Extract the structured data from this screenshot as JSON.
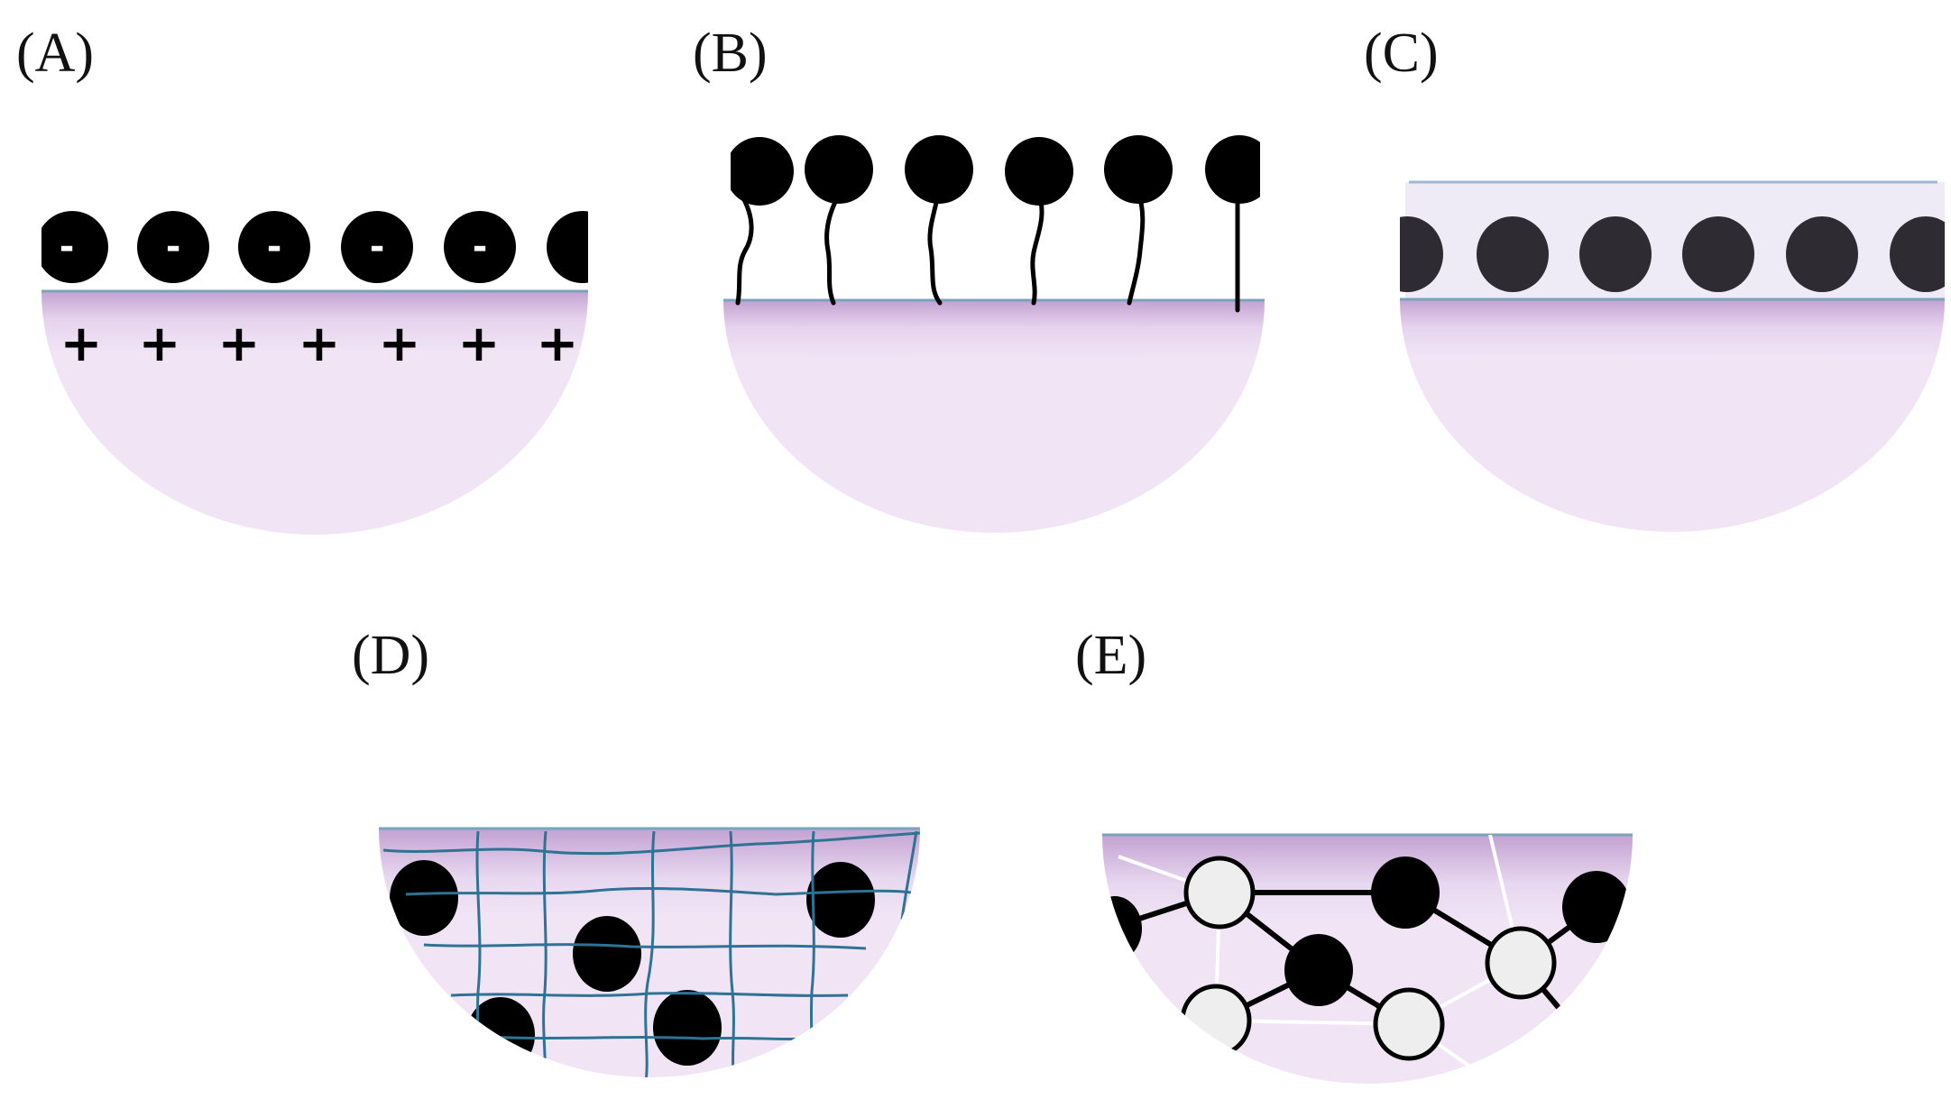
{
  "panels": {
    "a": {
      "label": "(A)",
      "charge_negative": "-",
      "charge_positive": "+"
    },
    "b": {
      "label": "(B)"
    },
    "c": {
      "label": "(C)"
    },
    "d": {
      "label": "(D)"
    },
    "e": {
      "label": "(E)"
    }
  },
  "colors": {
    "fill": "#f1e4f5",
    "fill_top": "#c6a6d4",
    "interface_line": "#7aa2bd",
    "particle": "#000000",
    "particle_dark": "#2f2b33",
    "shell_band": "#eeeaf6",
    "mesh": "#2e7393",
    "node_light": "#eeeeee"
  }
}
